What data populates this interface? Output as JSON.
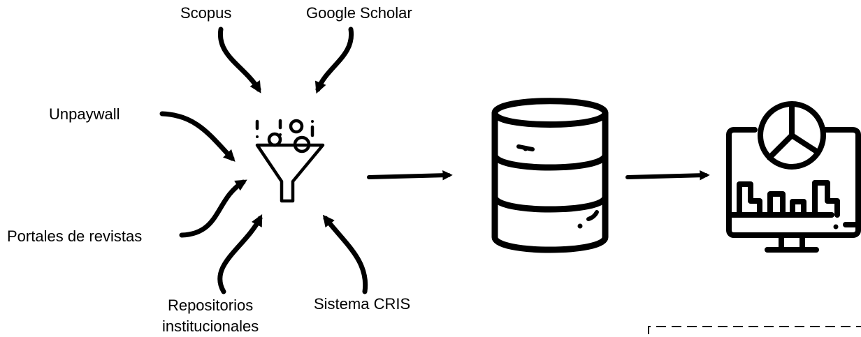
{
  "sources": {
    "scopus": "Scopus",
    "google_scholar": "Google Scholar",
    "unpaywall": "Unpaywall",
    "portales": "Portales de revistas",
    "repositorios_line1": "Repositorios",
    "repositorios_line2": "institucionales",
    "cris": "Sistema CRIS"
  },
  "icons": {
    "filter": "funnel-icon",
    "storage": "database-icon",
    "analytics": "monitor-chart-icon"
  },
  "colors": {
    "stroke": "#000000",
    "background": "#ffffff"
  }
}
